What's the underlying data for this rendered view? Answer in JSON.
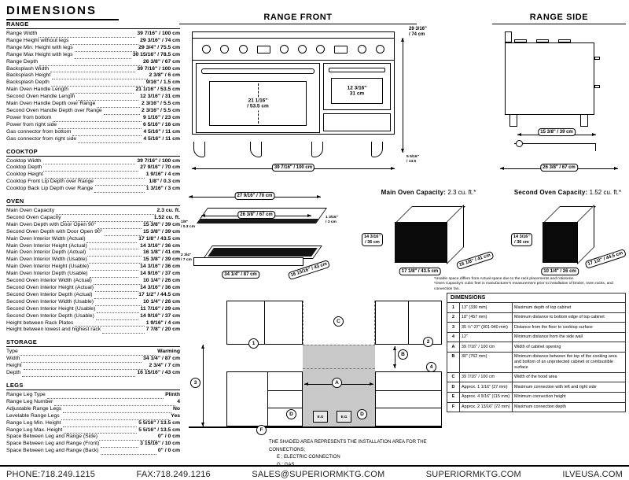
{
  "page": {
    "title": "DIMENSIONS"
  },
  "specs": {
    "sections": [
      {
        "name": "RANGE",
        "rows": [
          [
            "Range Width",
            "39 7/16\" / 100 cm"
          ],
          [
            "Range Height without legs",
            "29 3/16\" / 74 cm"
          ],
          [
            "Range Min. Height with legs",
            "29 3/4\" / 75.5 cm"
          ],
          [
            "Range Max Height with legs",
            "30 15/16\" / 78.5 cm"
          ],
          [
            "Range Depth",
            "26 3/8\" / 67 cm"
          ],
          [
            "Backsplash Width",
            "39 7/16\" / 100 cm"
          ],
          [
            "Backsplash Height",
            "2 3/8\" / 6 cm"
          ],
          [
            "Backsplash Depth",
            "9/16\" / 1.5 cm"
          ],
          [
            "Main Oven Handle Length",
            "21 1/16\" / 53.5 cm"
          ],
          [
            "Second Oven Handle Length",
            "12 3/16\" / 31 cm"
          ],
          [
            "Main Oven Handle Depth over Range",
            "2 3/16\" / 5.5 cm"
          ],
          [
            "Second Oven Handle Depth over Range",
            "2 3/16\" / 5.5 cm"
          ],
          [
            "Power from bottom",
            "9 1/16\" / 23 cm"
          ],
          [
            "Power from right side",
            "6 5/16\" / 16 cm"
          ],
          [
            "Gas connector from bottom",
            "4 5/16\" / 11 cm"
          ],
          [
            "Gas connector from right side",
            "4 5/16\" / 11 cm"
          ]
        ]
      },
      {
        "name": "COOKTOP",
        "rows": [
          [
            "Cooktop Width",
            "39 7/16\" / 100 cm"
          ],
          [
            "Cooktop Depth",
            "27 9/16\" / 70 cm"
          ],
          [
            "Cooktop Height",
            "1 9/16\" / 4 cm"
          ],
          [
            "Cooktop Front Lip Depth over Range",
            "1/8\" / 0.3 cm"
          ],
          [
            "Cooktop Back Lip Depth over Range",
            "1 3/16\" / 3 cm"
          ]
        ]
      },
      {
        "name": "OVEN",
        "rows": [
          [
            "Main Oven Capacity",
            "2.3 cu. ft."
          ],
          [
            "Second Oven Capacity",
            "1.52 cu. ft."
          ],
          [
            "Main Oven Depth with Door Open 90°",
            "15 3/8\" / 39 cm"
          ],
          [
            "Second Oven Depth with Door Open 90°",
            "15 3/8\" / 39 cm"
          ],
          [
            "Main Oven Interior Width (Actual)",
            "17 1/8\" / 43.5 cm"
          ],
          [
            "Main Oven Interior Height (Actual)",
            "14 3/16\" / 36 cm"
          ],
          [
            "Main Oven Interior Depth (Actual)",
            "16 1/8\" / 41 cm"
          ],
          [
            "Main Oven Interior Width (Usable)",
            "15 3/8\" / 39 cm"
          ],
          [
            "Main Oven Interior Height (Usable)",
            "14 3/16\" / 36 cm"
          ],
          [
            "Main Oven Interior Depth (Usable)",
            "14 9/16\" / 37 cm"
          ],
          [
            "Second Oven Interior Width (Actual)",
            "10 1/4\" / 26 cm"
          ],
          [
            "Second Oven Interior Height (Actual)",
            "14 3/16\" / 36 cm"
          ],
          [
            "Second Oven Interior Depth (Actual)",
            "17 1/2\" / 44.5 cm"
          ],
          [
            "Second Oven Interior Width (Usable)",
            "10 1/4\" / 26 cm"
          ],
          [
            "Second Oven Interior Height (Usable)",
            "11 7/16\" / 29 cm"
          ],
          [
            "Second Oven Interior Depth (Usable)",
            "14 9/16\" / 37 cm"
          ],
          [
            "Height between Rack Plates",
            "1 9/16\" / 4 cm"
          ],
          [
            "Height between lowest and highest rack",
            "7 7/8\" / 20 cm"
          ]
        ]
      },
      {
        "name": "STORAGE",
        "rows": [
          [
            "Type",
            "Warming"
          ],
          [
            "Width",
            "34 1/4\" / 87 cm"
          ],
          [
            "Height",
            "2 3/4\" / 7 cm"
          ],
          [
            "Depth",
            "16 15/16\" / 43 cm"
          ]
        ]
      },
      {
        "name": "LEGS",
        "rows": [
          [
            "Range Leg Type",
            "Plinth"
          ],
          [
            "Range Leg Number",
            "4"
          ],
          [
            "Adjustable Range Legs",
            "No"
          ],
          [
            "Levelable Range Legs",
            "Yes"
          ],
          [
            "Range Leg Min. Height",
            "5 5/16\" / 13.5 cm"
          ],
          [
            "Range Leg Max. Height",
            "5 5/16\" / 13.5 cm"
          ],
          [
            "Space Between Leg and Range (Side)",
            "0\" / 0 cm"
          ],
          [
            "Space Between Leg and Range (Front)",
            "3 15/16\" / 10 cm"
          ],
          [
            "Space Between Leg and Range (Back)",
            "0\" / 0 cm"
          ]
        ]
      }
    ]
  },
  "front": {
    "title": "RANGE FRONT",
    "height_l1": "29 3/16\"",
    "height_l2": "/ 74 cm",
    "main_handle_l1": "21 1/16\"",
    "main_handle_l2": "/ 53.5 cm",
    "second_handle_l1": "12 3/16\"",
    "second_handle_l2": "31 cm",
    "width": "39 7/16\" / 100 cm",
    "leg_l1": "5 5/16\"",
    "leg_l2": "/ 13.5"
  },
  "side": {
    "title": "RANGE SIDE",
    "bracket": "15 3/8\" / 39 cm",
    "depth": "26 3/8\" / 67 cm"
  },
  "cooktop": {
    "top": "27 9/16\" / 70 cm",
    "inner": "26 3/8\" / 67 cm",
    "front_lip_l1": "1/8\"",
    "front_lip_l2": "/ 0.3 cm",
    "back_lip_l1": "1 3/16\"",
    "back_lip_l2": "/ 3 cm"
  },
  "storage": {
    "height_l1": "2 3/4\"",
    "height_l2": "/ 7 cm",
    "width": "34 1/4\" / 87 cm",
    "depth": "16 15/16\" / 43 cm"
  },
  "capacity": {
    "main_label": "Main Oven Capacity:",
    "main_value": "2.3 cu. ft.*",
    "main_h_l1": "14 3/16\"",
    "main_h_l2": "/ 36 cm",
    "main_w": "17 1/8\" / 43.5 cm",
    "main_d": "16 1/8\" / 41 cm",
    "second_label": "Second Oven Capacity:",
    "second_value": "1.52 cu. ft.*",
    "second_h_l1": "14 3/16\"",
    "second_h_l2": "/ 36 cm",
    "second_w": "10 1/4\" / 26 cm",
    "second_d": "17 1/2\" / 44.5 cm",
    "footnote1": "*Usable space differs from Actual space due to the rack placements and rotisserie.",
    "footnote2": "*Oven Capacity's cubic feet is manufacturer's measurement prior to installation of broiler, oven racks, and convection fan."
  },
  "installation": {
    "note1": "THE SHADED AREA REPRESENTS THE INSTALLATION AREA FOR THE CONNECTIONS;",
    "note2": "E ; ELECTRIC CONNECTION",
    "note3": "G ; GAS",
    "markers": {
      "n1": "1",
      "n2": "2",
      "n3": "3",
      "n4": "4",
      "a": "A",
      "b": "B",
      "c": "C",
      "d": "D",
      "f": "F",
      "eg": "E.G"
    }
  },
  "dim_table": {
    "title": "DIMENSIONS",
    "rows": [
      {
        "k": "1",
        "v": "13\" (330 mm)",
        "d": "Maximum depth of top cabinet"
      },
      {
        "k": "2",
        "v": "18\" (457 mm)",
        "d": "Minimum distance to bottom edge of top cabinet"
      },
      {
        "k": "3",
        "v": "35 ½\"-37\" (901-940 mm)",
        "d": "Distance from the floor to cooktop surface"
      },
      {
        "k": "4",
        "v": "12\"",
        "d": "Minimum distance from the side wall"
      },
      {
        "k": "A",
        "v": "39 7/16\" / 100 cm",
        "d": "Width of cabinet opening"
      },
      {
        "k": "B",
        "v": "30\" (762 mm)",
        "d": "Minimum distance between the top of the cooking area and bottom of an unprotected cabinet or combustible surface"
      },
      {
        "k": "C",
        "v": "39 7/16\" / 100 cm",
        "d": "Width of the hood area"
      },
      {
        "k": "D",
        "v": "Approx. 1 1/16\" (27 mm)",
        "d": "Maximum connection with left and right side"
      },
      {
        "k": "E",
        "v": "Approx. 4 9/16\" (115 mm)",
        "d": "Minimum connection height"
      },
      {
        "k": "F",
        "v": "Approx. 2 13/16\" (72 mm)",
        "d": "Maximum connection depth"
      }
    ]
  },
  "footer": {
    "items": [
      "PHONE:718.249.1215",
      "FAX:718.249.1216",
      "SALES@SUPERIORMKTG.COM",
      "SUPERIORMKTG.COM",
      "ILVEUSA.COM"
    ]
  }
}
